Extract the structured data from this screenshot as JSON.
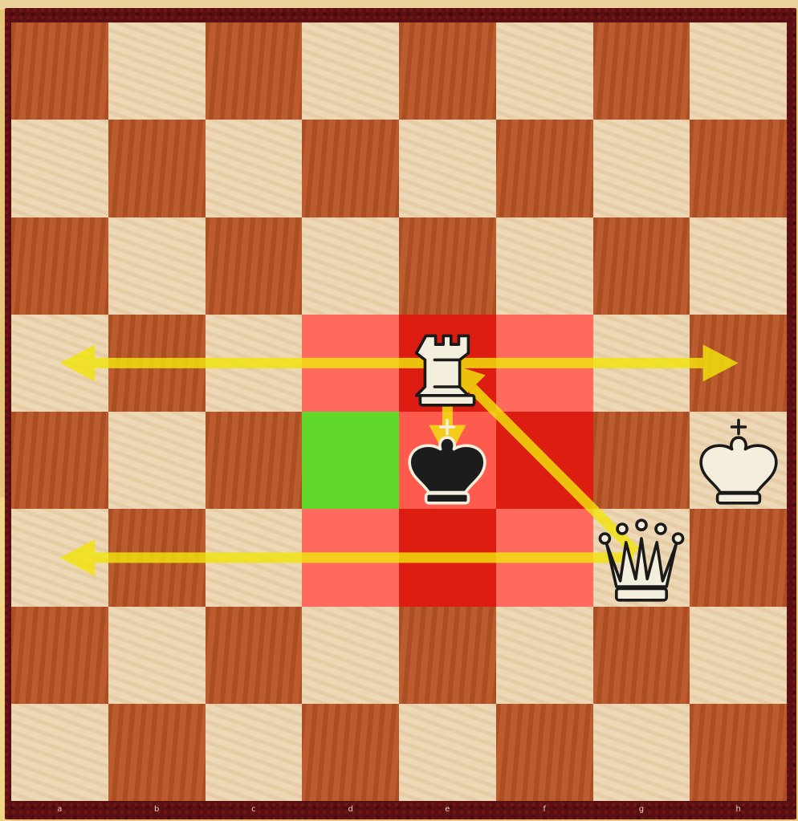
{
  "board": {
    "files": [
      "a",
      "b",
      "c",
      "d",
      "e",
      "f",
      "g",
      "h"
    ],
    "colors": {
      "light": "#ead3ad",
      "dark": "#b8572a"
    },
    "highlights": [
      {
        "square": "d5",
        "color": "#ff6a5e"
      },
      {
        "square": "e5",
        "color": "#de1d12"
      },
      {
        "square": "f5",
        "color": "#ff6a5e"
      },
      {
        "square": "d4",
        "color": "#5fd82a"
      },
      {
        "square": "e4",
        "color": "#ff5a4e"
      },
      {
        "square": "f4",
        "color": "#de1d12"
      },
      {
        "square": "d3",
        "color": "#ff6a5e"
      },
      {
        "square": "e3",
        "color": "#de1d12"
      },
      {
        "square": "f3",
        "color": "#ff6a5e"
      }
    ],
    "pieces": [
      {
        "name": "white-rook",
        "square": "e5",
        "color": "white",
        "type": "rook"
      },
      {
        "name": "black-king",
        "square": "e4",
        "color": "black",
        "type": "king"
      },
      {
        "name": "white-king",
        "square": "h4",
        "color": "white",
        "type": "king"
      },
      {
        "name": "white-queen",
        "square": "g3",
        "color": "white",
        "type": "queen"
      }
    ],
    "arrows": [
      {
        "name": "arrow-rook-h5",
        "from": "e5",
        "to": "h5",
        "color": "#f2e40e"
      },
      {
        "name": "arrow-rook-a5",
        "from": "e5",
        "to": "a5",
        "color": "#f2e40e"
      },
      {
        "name": "arrow-rook-e4",
        "from": "e5",
        "to": "e4",
        "color": "#f2e40e"
      },
      {
        "name": "arrow-queen-e5",
        "from": "g3",
        "to": "e5",
        "color": "#f2e40e"
      },
      {
        "name": "arrow-queen-a3",
        "from": "g3",
        "to": "a3",
        "color": "#f2e40e"
      }
    ]
  }
}
